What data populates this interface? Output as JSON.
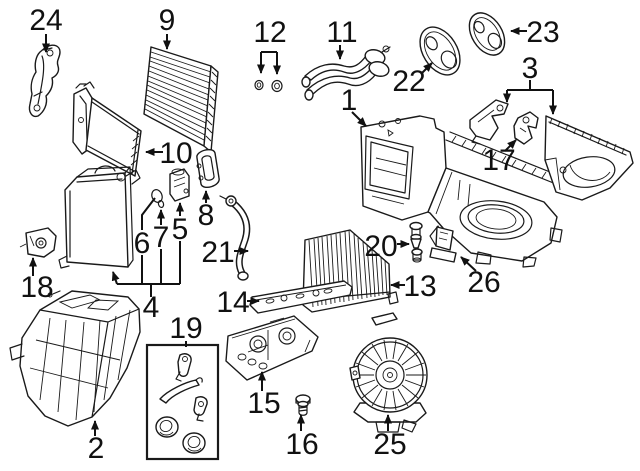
{
  "diagram": {
    "background": "#ffffff",
    "line_color": "#1a1a1a",
    "label_color": "#111111",
    "callouts": [
      {
        "label": "1"
      },
      {
        "label": "2"
      },
      {
        "label": "3"
      },
      {
        "label": "4"
      },
      {
        "label": "5"
      },
      {
        "label": "6"
      },
      {
        "label": "7"
      },
      {
        "label": "8"
      },
      {
        "label": "9"
      },
      {
        "label": "10"
      },
      {
        "label": "11"
      },
      {
        "label": "12"
      },
      {
        "label": "13"
      },
      {
        "label": "14"
      },
      {
        "label": "15"
      },
      {
        "label": "16"
      },
      {
        "label": "17"
      },
      {
        "label": "18"
      },
      {
        "label": "19"
      },
      {
        "label": "20"
      },
      {
        "label": "21"
      },
      {
        "label": "22"
      },
      {
        "label": "23"
      },
      {
        "label": "24"
      },
      {
        "label": "25"
      },
      {
        "label": "26"
      }
    ]
  }
}
